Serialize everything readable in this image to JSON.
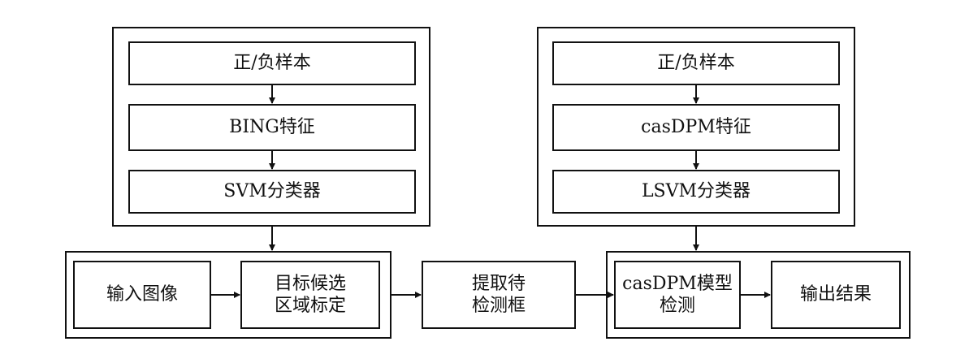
{
  "diagram": {
    "left_module": {
      "samples": "正/负样本",
      "feature": "BING特征",
      "classifier": "SVM分类器"
    },
    "right_module": {
      "samples": "正/负样本",
      "feature": "casDPM特征",
      "classifier": "LSVM分类器"
    },
    "pipeline": {
      "input_image": "输入图像",
      "candidate_region": "目标候选\n区域标定",
      "extract_windows": "提取待\n检测框",
      "casdpm_detect": "casDPM模型\n检测",
      "output_result": "输出结果"
    }
  },
  "colors": {
    "stroke": "#111111",
    "background": "#ffffff"
  }
}
